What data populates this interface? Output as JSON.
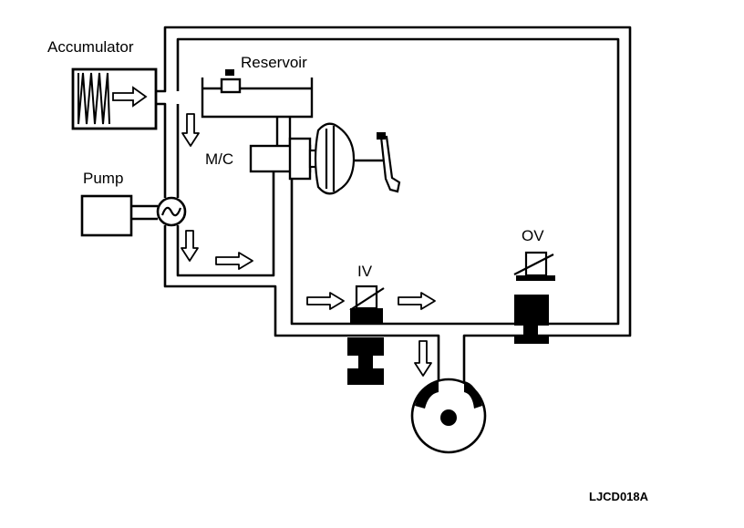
{
  "labels": {
    "accumulator": "Accumulator",
    "reservoir": "Reservoir",
    "master_cylinder": "M/C",
    "pump": "Pump",
    "inlet_valve": "IV",
    "outlet_valve": "OV"
  },
  "figure_code": "LJCD018A",
  "colors": {
    "line": "#000000",
    "background": "#ffffff"
  }
}
